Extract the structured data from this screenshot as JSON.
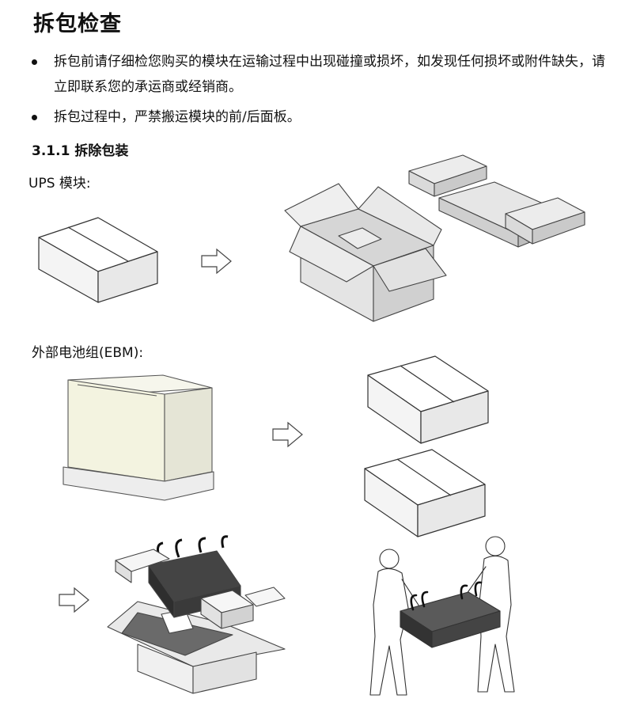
{
  "page": {
    "title": "拆包检查",
    "bullets": [
      "拆包前请仔细检您购买的模块在运输过程中出现碰撞或损坏，如发现任何损坏或附件缺失，请立即联系您的承运商或经销商。",
      "拆包过程中，严禁搬运模块的前/后面板。"
    ],
    "subsection_title": "3.1.1 拆除包装",
    "ups_label": "UPS 模块:",
    "ebm_label": "外部电池组(EBM):"
  },
  "icons": {
    "arrow": "hollow-right-arrow-icon"
  }
}
